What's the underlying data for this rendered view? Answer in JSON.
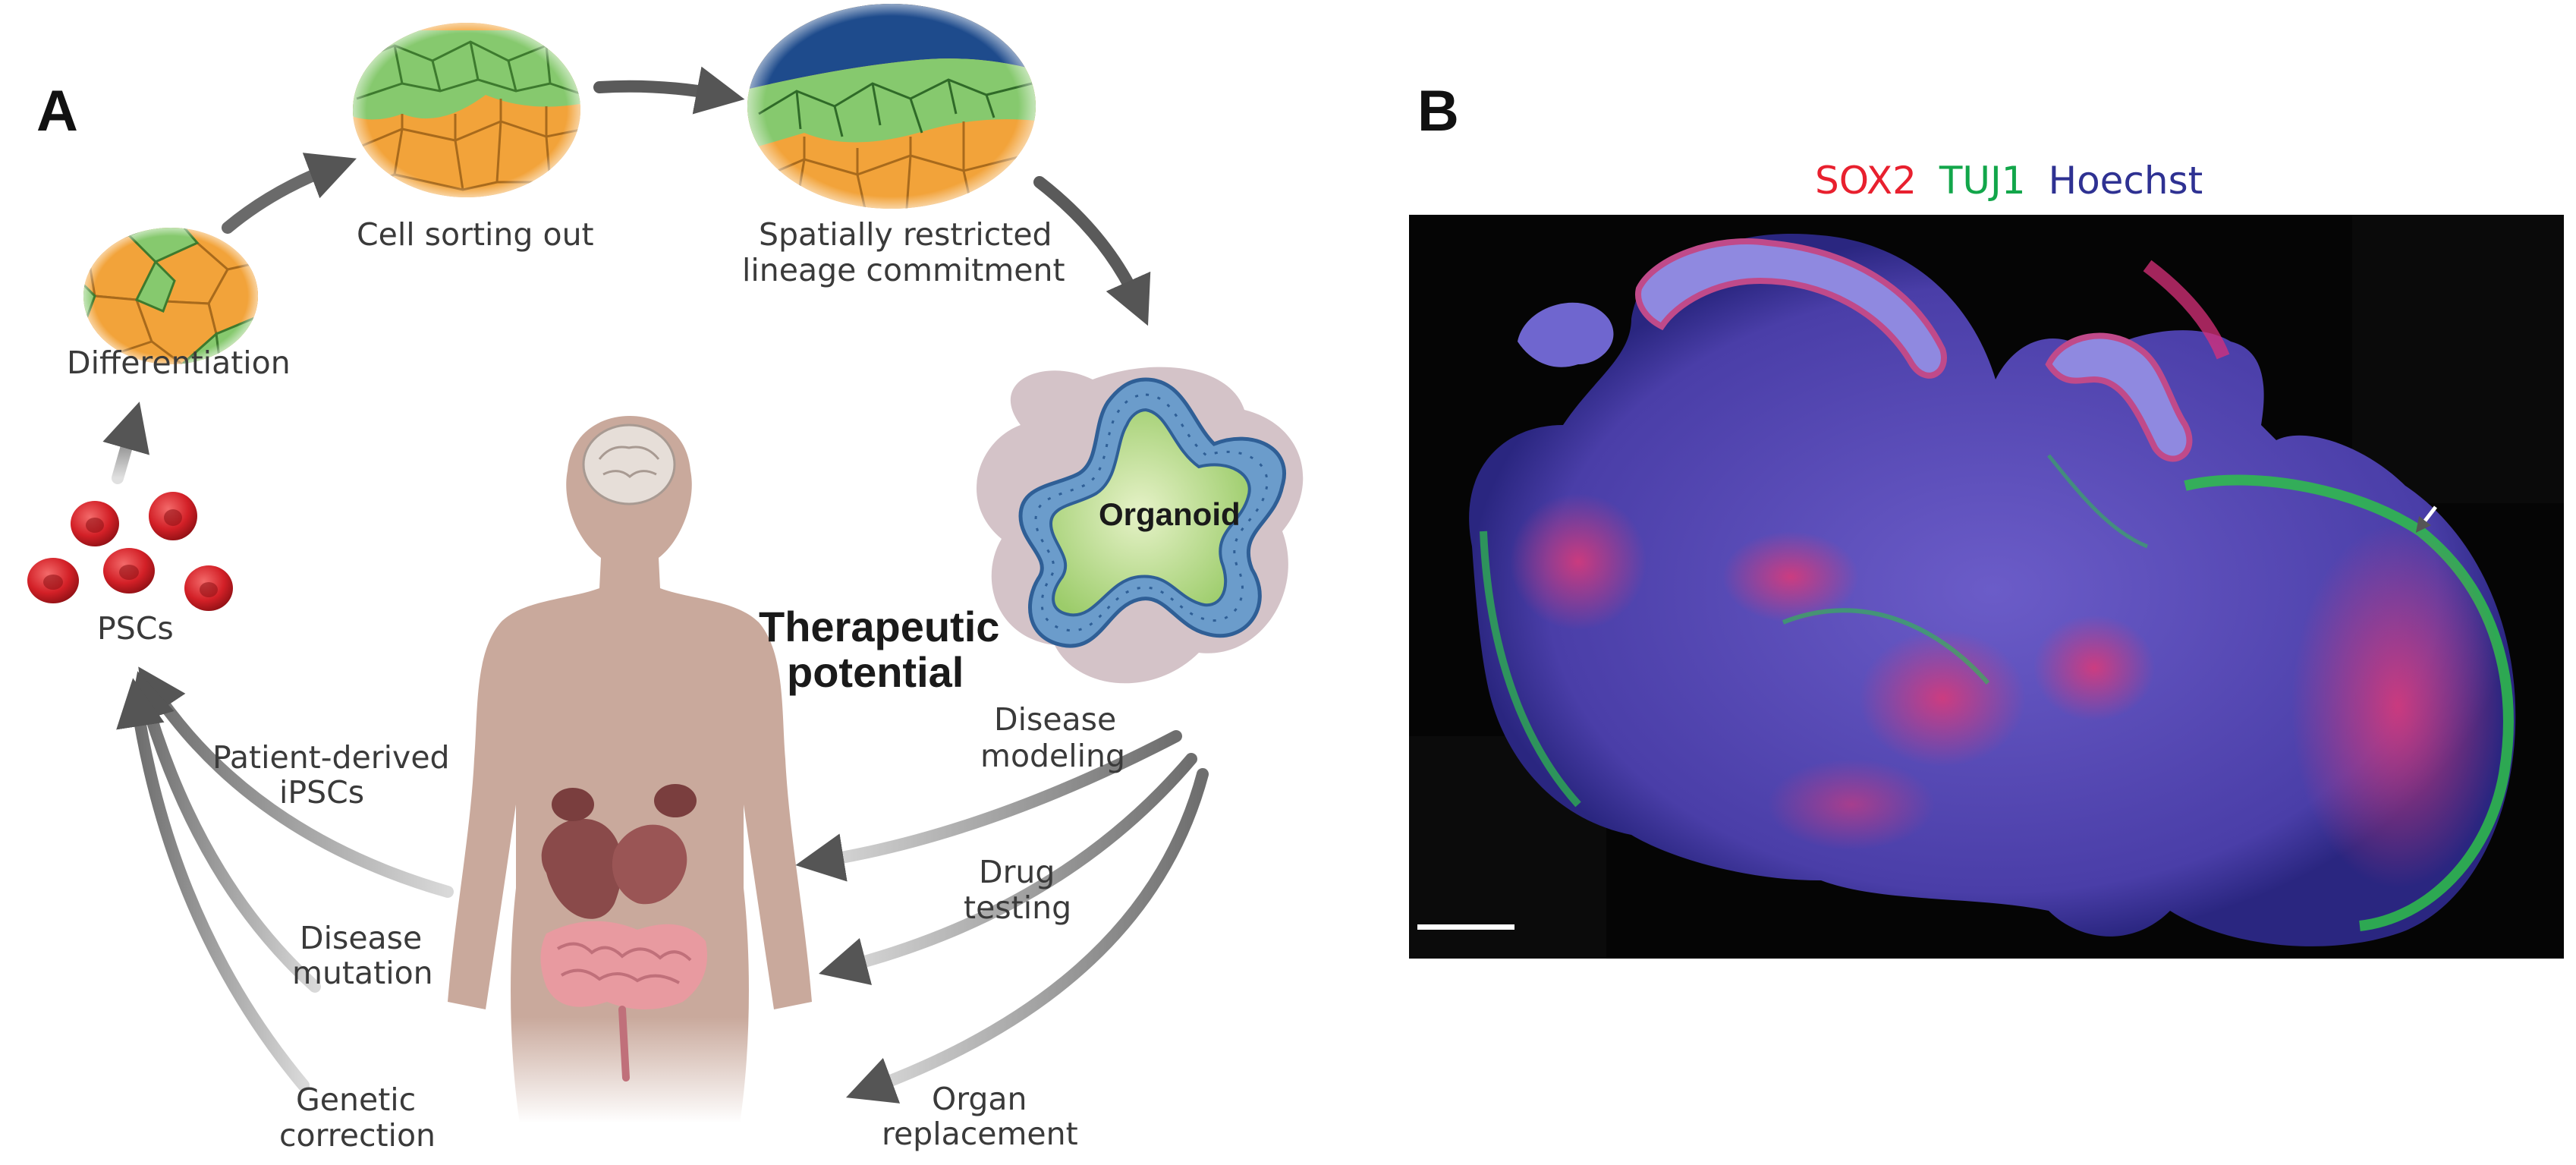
{
  "panels": {
    "a": {
      "letter": "A",
      "stages": {
        "differentiation": "Differentiation",
        "sorting": "Cell sorting out",
        "lineage_line1": "Spatially restricted",
        "lineage_line2": "lineage commitment",
        "organoid": "Organoid",
        "pscs": "PSCs"
      },
      "therapeutic_line1": "Therapeutic",
      "therapeutic_line2": "potential",
      "applications": {
        "disease_modeling_1": "Disease",
        "disease_modeling_2": "modeling",
        "drug_testing_1": "Drug",
        "drug_testing_2": "testing",
        "organ_replacement_1": "Organ",
        "organ_replacement_2": "replacement"
      },
      "sources": {
        "patient_1": "Patient-derived",
        "patient_2": "iPSCs",
        "mutation_1": "Disease",
        "mutation_2": "mutation",
        "correction_1": "Genetic",
        "correction_2": "correction"
      }
    },
    "b": {
      "letter": "B",
      "stains": [
        {
          "name": "SOX2",
          "color": "#e8202e"
        },
        {
          "name": "TUJ1",
          "color": "#12a64a"
        },
        {
          "name": "Hoechst",
          "color": "#2e3192"
        }
      ]
    }
  },
  "colors": {
    "arrow": "#5a5a5a",
    "body": "#c9a79a",
    "organoid_border": "#5f8fc0",
    "organoid_fill": "#b6d88a",
    "psc_red": "#d8282e",
    "cell_green": "#7cc46a",
    "cell_orange": "#f0a23c"
  }
}
